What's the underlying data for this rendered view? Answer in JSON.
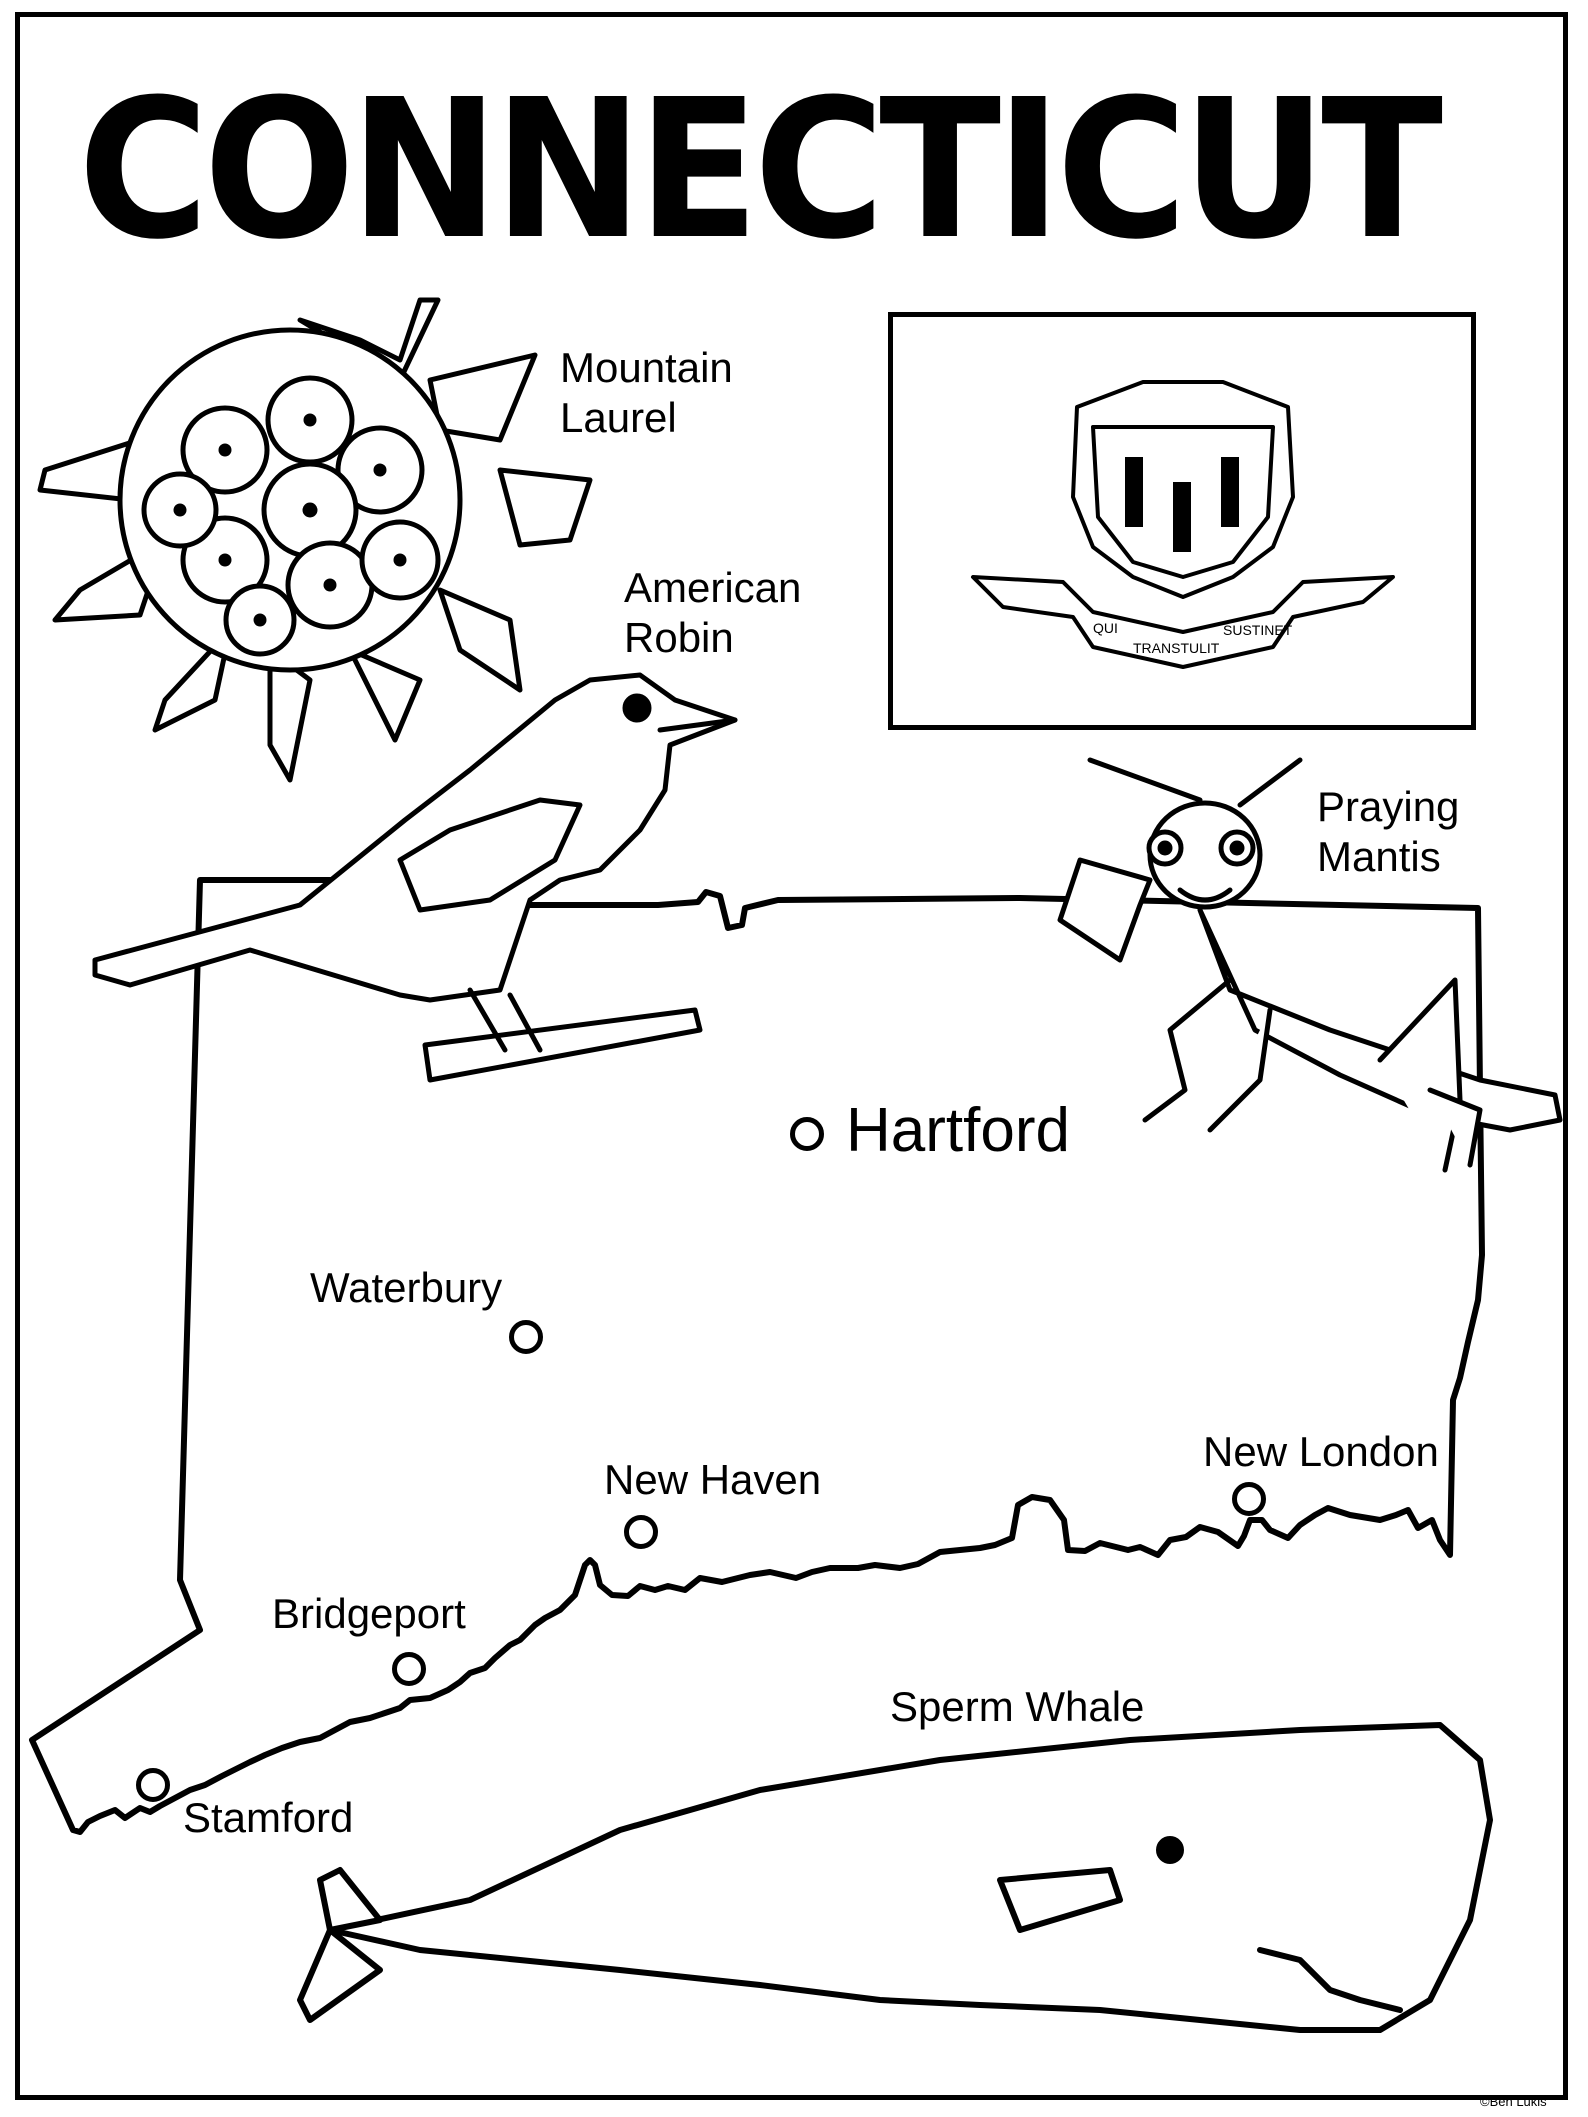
{
  "title": "CONNECTICUT",
  "symbols": {
    "flower": "Mountain Laurel",
    "bird": "American Robin",
    "insect": "Praying Mantis",
    "animal": "Sperm Whale"
  },
  "flag": {
    "motto_parts": [
      "QUI",
      "TRANSTULIT",
      "SUSTINET"
    ]
  },
  "cities": {
    "capital": "Hartford",
    "waterbury": "Waterbury",
    "new_haven": "New Haven",
    "new_london": "New London",
    "bridgeport": "Bridgeport",
    "stamford": "Stamford"
  },
  "credit": "©Ben Lukis",
  "colors": {
    "ink": "#000000",
    "paper": "#ffffff"
  }
}
